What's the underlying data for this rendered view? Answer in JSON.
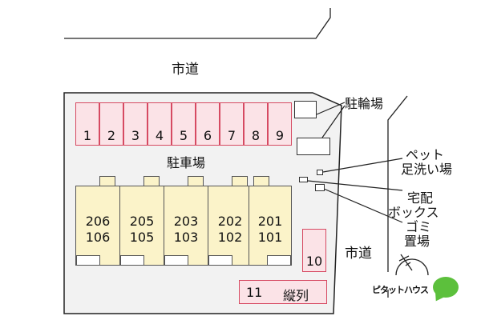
{
  "roads": {
    "top_label": "市道",
    "right_label": "市道"
  },
  "facilities": {
    "bicycle": "駐輪場",
    "parking": "駐車場",
    "pet_wash_1": "ペット",
    "pet_wash_2": "足洗い場",
    "delivery_1": "宅配",
    "delivery_2": "ボックス",
    "garbage_1": "ゴミ",
    "garbage_2": "置場"
  },
  "parking_spaces": [
    "1",
    "2",
    "3",
    "4",
    "5",
    "6",
    "7",
    "8",
    "9"
  ],
  "space_10": "10",
  "space_11": {
    "number": "11",
    "note": "縦列"
  },
  "units": [
    {
      "upper": "206",
      "lower": "106"
    },
    {
      "upper": "205",
      "lower": "105"
    },
    {
      "upper": "203",
      "lower": "103"
    },
    {
      "upper": "202",
      "lower": "102"
    },
    {
      "upper": "201",
      "lower": "101"
    }
  ],
  "brand": {
    "name": "ピタットハウス",
    "color": "#5cc03c"
  },
  "colors": {
    "parking_fill": "#fbe3e7",
    "parking_border": "#d64a62",
    "unit_fill": "#fbf3c9",
    "lot_fill": "#f2f2f2"
  },
  "icons": {
    "north": "north-arrow-icon"
  }
}
